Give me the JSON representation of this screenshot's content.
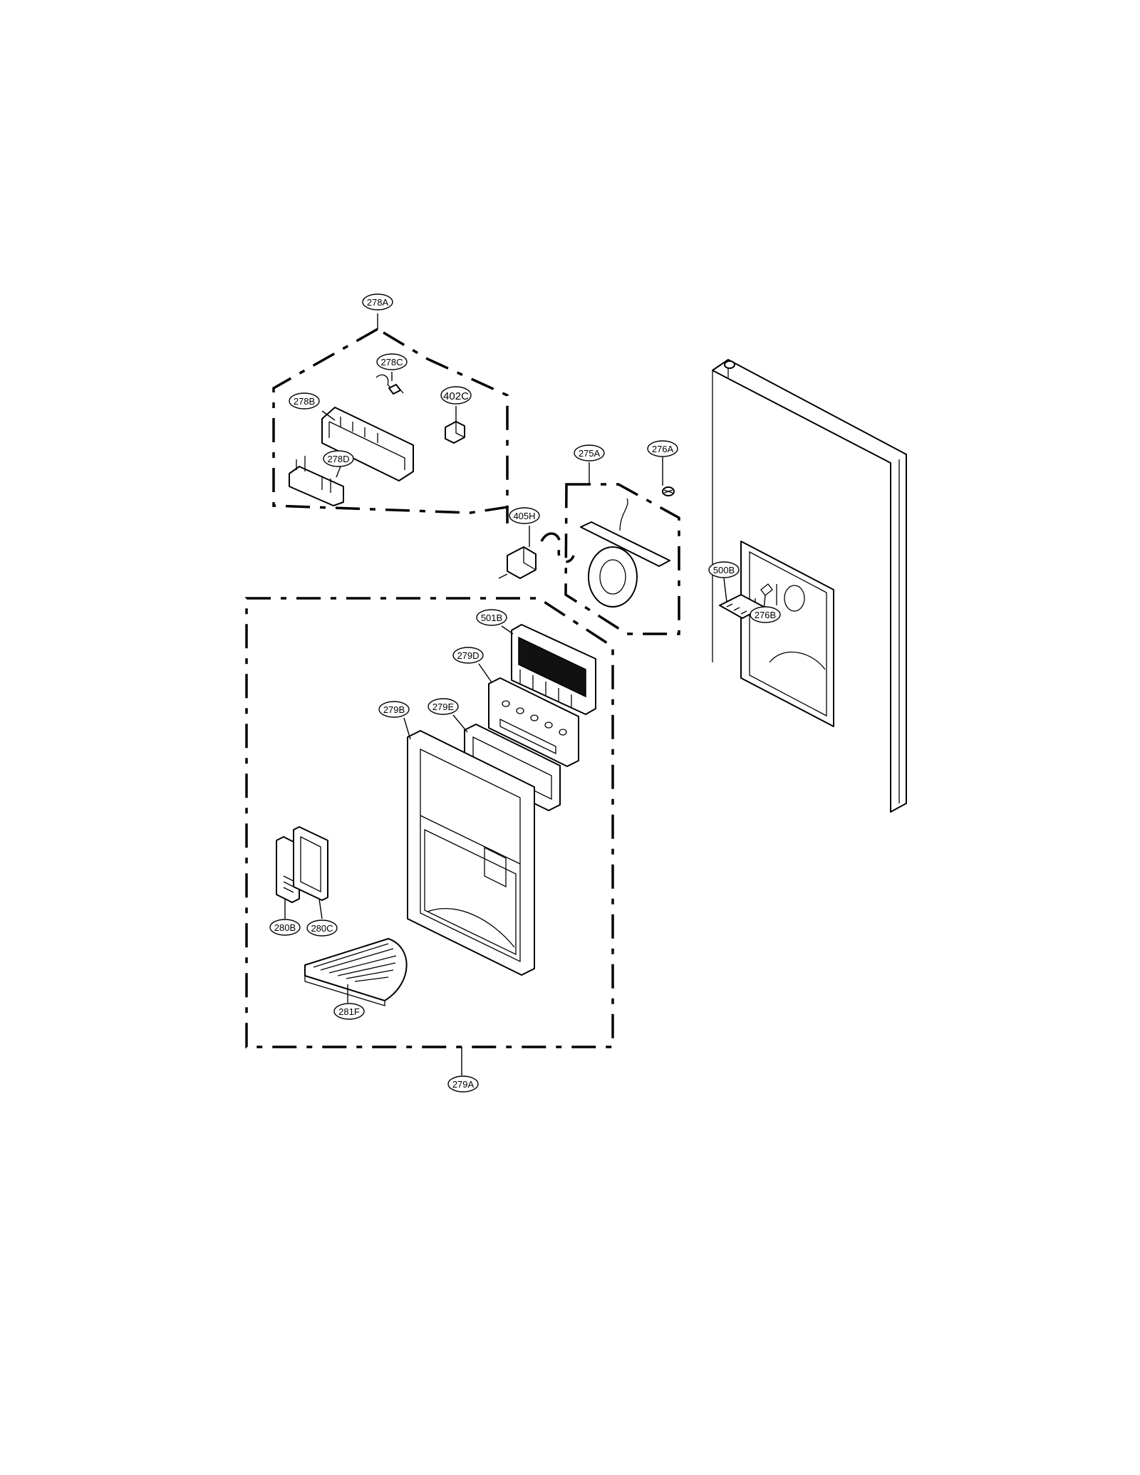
{
  "diagram": {
    "callouts": {
      "c278A": "278A",
      "c278B": "278B",
      "c278C": "278C",
      "c278D": "278D",
      "c402C": "402C",
      "c275A": "275A",
      "c276A": "276A",
      "c405H": "405H",
      "c500B": "500B",
      "c276B": "276B",
      "c501B": "501B",
      "c279D": "279D",
      "c279E": "279E",
      "c279B": "279B",
      "c280B": "280B",
      "c280C": "280C",
      "c281F": "281F",
      "c279A": "279A"
    }
  }
}
